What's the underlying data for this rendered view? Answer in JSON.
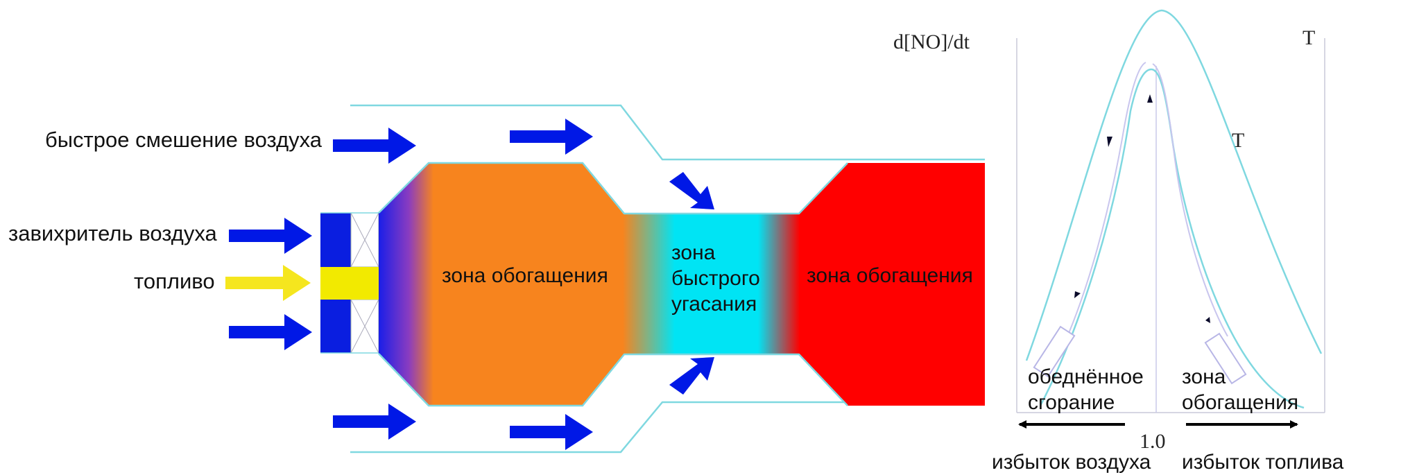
{
  "combustor": {
    "labels": {
      "rapid_air_mixing": "быстрое смешение воздуха",
      "air_swirler": "завихритель воздуха",
      "fuel": "топливо"
    },
    "zones": {
      "rich_zone_left": "зона обогащения",
      "quench_zone": [
        "зона",
        "быстрого",
        "угасания"
      ],
      "rich_zone_right": "зона обогащения"
    },
    "colors": {
      "air_arrow": "#0018e6",
      "fuel_arrow": "#f5e61e",
      "rich_zone": "#f7841e",
      "quench_zone": "#00e4f4",
      "burnout_zone": "#ff0000",
      "liner_outline": "#7fd8e0",
      "swirler_block": "#0a1ee0",
      "fuel_nozzle": "#f2ea00"
    }
  },
  "nox_plot": {
    "y_label": "d[NO]/dt",
    "temperature_label_top": "T",
    "temperature_label_curve": "T",
    "x_tick": "1.0",
    "lean_label": [
      "обеднённое",
      "сгорание"
    ],
    "rich_label": [
      "зона",
      "обогащения"
    ],
    "excess_air": "избыток воздуха",
    "excess_fuel": "избыток топлива"
  }
}
